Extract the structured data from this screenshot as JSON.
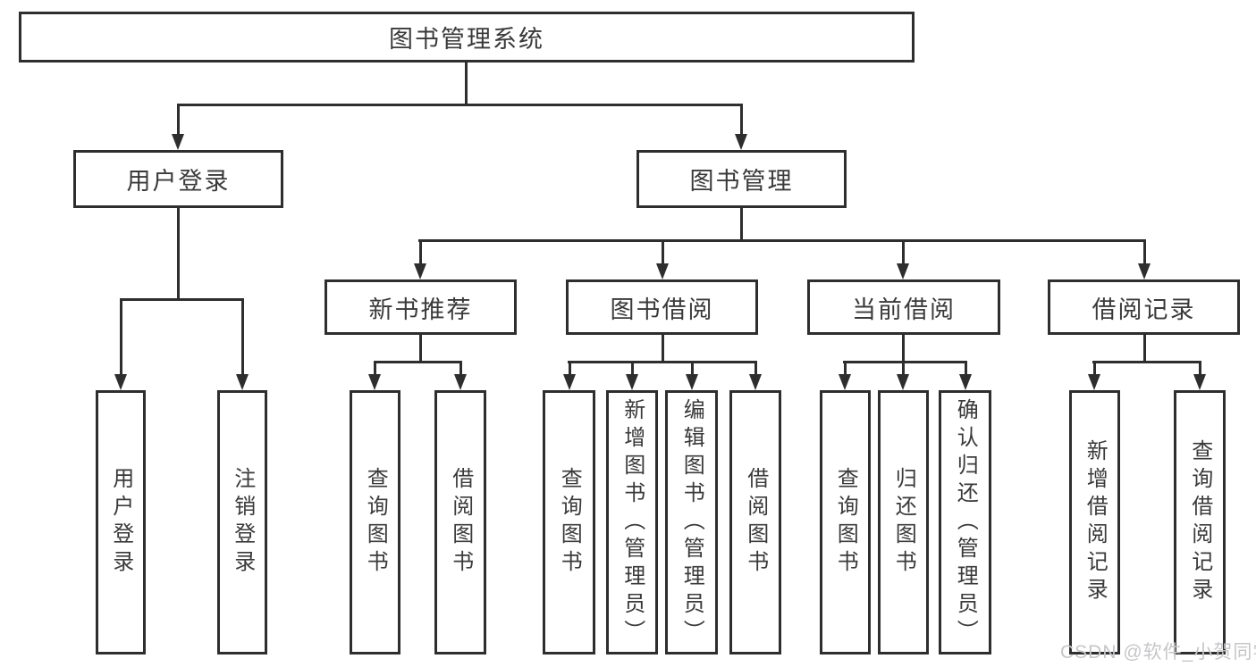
{
  "title": "图书管理系统",
  "tree": {
    "root": {
      "label": "图书管理系统",
      "children": [
        {
          "label": "用户登录",
          "children": [
            {
              "label": "用户登录"
            },
            {
              "label": "注销登录"
            }
          ]
        },
        {
          "label": "图书管理",
          "children": [
            {
              "label": "新书推荐",
              "children": [
                {
                  "label": "查询图书"
                },
                {
                  "label": "借阅图书"
                }
              ]
            },
            {
              "label": "图书借阅",
              "children": [
                {
                  "label": "查询图书"
                },
                {
                  "label": "新增图书（管理员）"
                },
                {
                  "label": "编辑图书（管理员）"
                },
                {
                  "label": "借阅图书"
                }
              ]
            },
            {
              "label": "当前借阅",
              "children": [
                {
                  "label": "查询图书"
                },
                {
                  "label": "归还图书"
                },
                {
                  "label": "确认归还（管理员）"
                }
              ]
            },
            {
              "label": "借阅记录",
              "children": [
                {
                  "label": "新增借阅记录"
                },
                {
                  "label": "查询借阅记录"
                }
              ]
            }
          ]
        }
      ]
    }
  },
  "watermark": {
    "text": "CSDN @软件_小贺同学"
  },
  "colors": {
    "line": "#2e2e2e",
    "text": "#3a3a3a",
    "background": "#ffffff",
    "watermark": "#c6c6c9"
  }
}
